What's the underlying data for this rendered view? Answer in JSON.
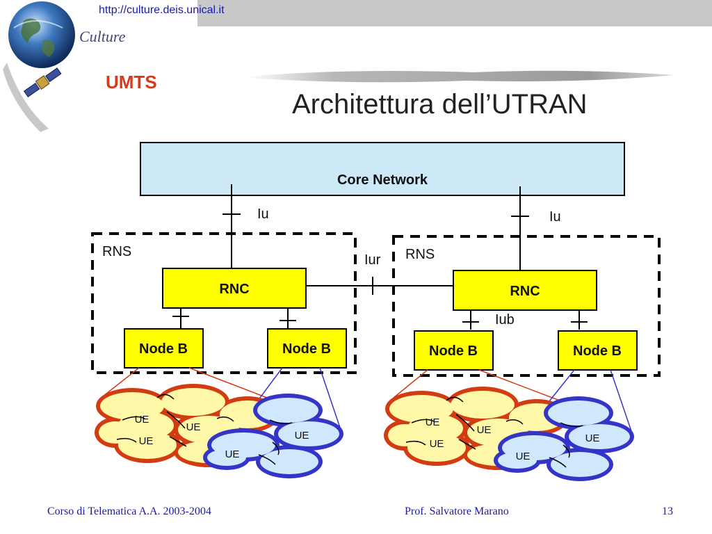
{
  "header": {
    "url": "http://culture.deis.unical.it",
    "logo_text": "Culture"
  },
  "slide": {
    "section": "UMTS",
    "title": "Architettura dell’UTRAN"
  },
  "diagram": {
    "core_network": "Core Network",
    "iu_left": "Iu",
    "iu_right": "Iu",
    "iur": "Iur",
    "iub": "Iub",
    "rns_left": "RNS",
    "rns_right": "RNS",
    "rnc_left": "RNC",
    "rnc_right": "RNC",
    "node_b": [
      "Node B",
      "Node B",
      "Node B",
      "Node B"
    ],
    "ue_left_yellow": [
      "UE",
      "UE",
      "UE"
    ],
    "ue_left_blue": [
      "UE",
      "UE"
    ],
    "ue_right_yellow": [
      "UE",
      "UE",
      "UE"
    ],
    "ue_right_blue": [
      "UE",
      "UE"
    ],
    "colors": {
      "core_fill": "#cde8f7",
      "rnc_fill": "#ffff00",
      "cell_yellow": "#fff8a8",
      "cell_yellow_border": "#d23c10",
      "cell_blue": "#cfe8fb",
      "cell_blue_border": "#3434c8"
    }
  },
  "footer": {
    "course": "Corso di Telematica A.A. 2003-2004",
    "author": "Prof. Salvatore Marano",
    "page": "13"
  }
}
